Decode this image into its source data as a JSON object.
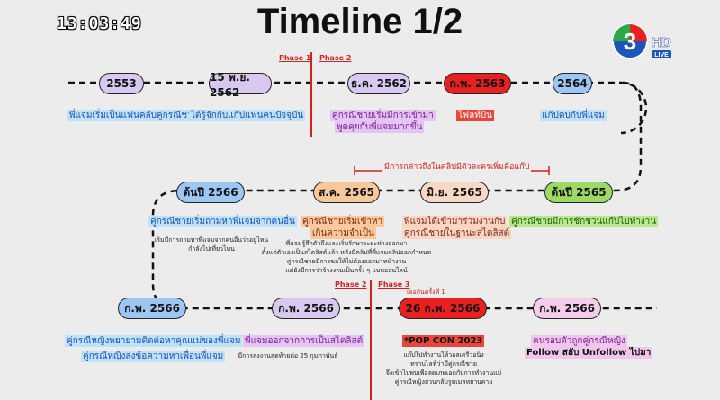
{
  "clock": "13:03:49",
  "title": "Timeline 1/2",
  "logo": {
    "digit": "3",
    "hd": "HD",
    "live": "LIVE"
  },
  "phases": {
    "p1": "Phase 1",
    "p2a": "Phase 2",
    "p2b": "Phase 2",
    "p3": "Phase 3"
  },
  "row1": {
    "pills": [
      "2553",
      "15 พ.ย. 2562",
      "ธ.ค. 2562",
      "ก.พ. 2563",
      "2564"
    ],
    "labels": [
      "พี่แจมเริ่มเป็นแฟนคลับคู่กรณีชาย",
      "ได้รู้จักกับแก๊ปแฟนคนปัจจุบัน",
      "คู่กรณีชายเริ่มมีการเข้ามา",
      "พูดคุยกับพี่แจมมากขึ้น",
      "ไฟลท์บิน",
      "แก๊ปคบกับพี่แจม"
    ]
  },
  "bracket": "มีการกล่าวถึงในคลิปมีตัวละครเพิ่มคือแก๊ป",
  "row2": {
    "pills": [
      "ต้นปี 2566",
      "ส.ค. 2565",
      "มิ.ย. 2565",
      "ต้นปี 2565"
    ],
    "labels": [
      "คู่กรณีชายเริ่มถามหาพี่แจมจากคนอื่น",
      "คู่กรณีชายเริ่มเข้าหา",
      "เกินความจำเป็น",
      "พี่แจมได้เข้ามาร่วมงานกับ",
      "คู่กรณีชายในฐานะสไตลิสต์",
      "คู่กรณีชายมีการชักชวนแก๊ปไปทำงาน"
    ],
    "notes": [
      "เริ่มมีการถามหาพี่แจมจากคนอื่นว่าอยู่ไหน",
      "กำลังไปเที่ยวไหน",
      "พี่แจมรู้สึกตัวถึงและเริ่มรักษาระยะห่างออกมา",
      "ตั้งแต่ตัวเองเป็นสไตลิสต์แล้ว หลังมีคลิปที่พี่แจมคลิปออกกำหนด",
      "คู่กรณีชายมีการขอให้ไม่ต้องออกมาหน้างาน",
      "แต่ยังมีการว่าจ้างงานเป็นครั้ง ๆ แบบออนไลน์"
    ]
  },
  "row3": {
    "pills": [
      "ก.พ. 2566",
      "ก.พ. 2566",
      "26 ก.พ. 2566",
      "ก.พ. 2566"
    ],
    "tag": "เจอกันครั้งที่ 1",
    "labels": [
      "คู่กรณีหญิงพยายามติดต่อหาคุณแม่ของพี่แจม",
      "คู่กรณีหญิงส่งข้อความหาเพื่อนพี่แจม",
      "พี่แจมออกจากการเป็นสไตลิสต์",
      "*POP CON 2023",
      "คนรอบตัวถูกคู่กรณีหญิง",
      "Follow สลับ Unfollow ไปมา"
    ],
    "notes": [
      "มีการส่งงานสุดท้ายต่อ 25 กุมภาพันธ์",
      "แก๊ปไปทำงานให้วอลเดรีวอนิง",
      "ทราบไลฟ์ว่ามีคู่กรณีชาย",
      "จึงเข้าไปพบเพื่อลดเภทเอกกับการทำงานแม่",
      "คู่กรณีหญิงสวนกลับรูมเมลหยาบคาย"
    ]
  },
  "colors": {
    "red_line": "#d21f1f",
    "dash": "#111111"
  }
}
